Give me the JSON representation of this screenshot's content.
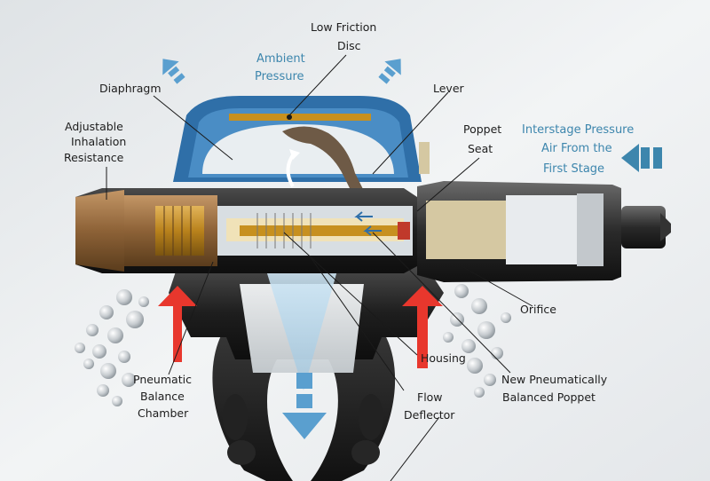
{
  "labels": {
    "low_friction_1": "Low Friction",
    "low_friction_2": "Disc",
    "ambient_1": "Ambient",
    "ambient_2": "Pressure",
    "diaphragm": "Diaphragm",
    "lever": "Lever",
    "adjustable_1": "Adjustable",
    "adjustable_2": "Inhalation",
    "adjustable_3": "Resistance",
    "poppet_seat_1": "Poppet",
    "poppet_seat_2": "Seat",
    "interstage_1": "Interstage Pressure",
    "interstage_2": "Air From the",
    "interstage_3": "First Stage",
    "orifice": "Orifice",
    "pneumatic_1": "Pneumatic",
    "pneumatic_2": "Balance",
    "pneumatic_3": "Chamber",
    "housing": "Housing",
    "flow_1": "Flow",
    "flow_2": "Deflector",
    "new_poppet_1": "New Pneumatically",
    "new_poppet_2": "Balanced Poppet"
  },
  "colors": {
    "housing_blue": "#2f6fa8",
    "brass": "#c7901f",
    "dark_body": "#2b2b2b",
    "red_arrow": "#e8372d",
    "label_blue": "#3d86ad",
    "flow_blue": "#5a9fcf"
  }
}
